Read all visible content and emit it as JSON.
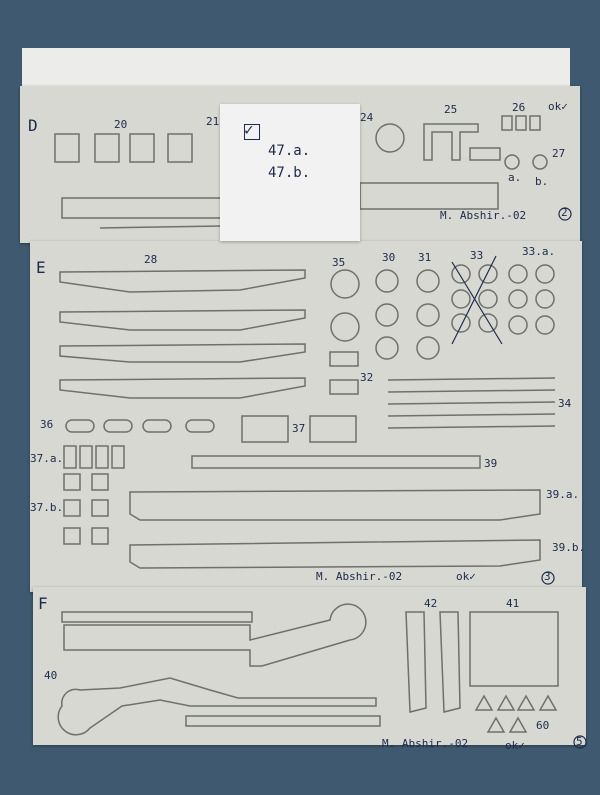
{
  "sheets": {
    "d": {
      "letter": "D",
      "labels": [
        "20",
        "21",
        "24",
        "25",
        "26",
        "27",
        "a.",
        "b."
      ],
      "status": "ok✓",
      "signature": "M. Abshir.-02",
      "page": "2"
    },
    "e": {
      "letter": "E",
      "labels": [
        "28",
        "35",
        "30",
        "31",
        "33",
        "33.a.",
        "32",
        "34",
        "36",
        "37",
        "37.a.",
        "37.b.",
        "39",
        "39.a.",
        "39.b."
      ],
      "status": "ok✓",
      "signature": "M. Abshir.-02",
      "page": "3"
    },
    "f": {
      "letter": "F",
      "labels": [
        "42",
        "41",
        "40",
        "60"
      ],
      "status": "ok✓",
      "signature": "M. Abshir.-02",
      "page": "5"
    }
  },
  "note": {
    "check": "✓",
    "line1": "47.a.",
    "line2": "47.b."
  }
}
